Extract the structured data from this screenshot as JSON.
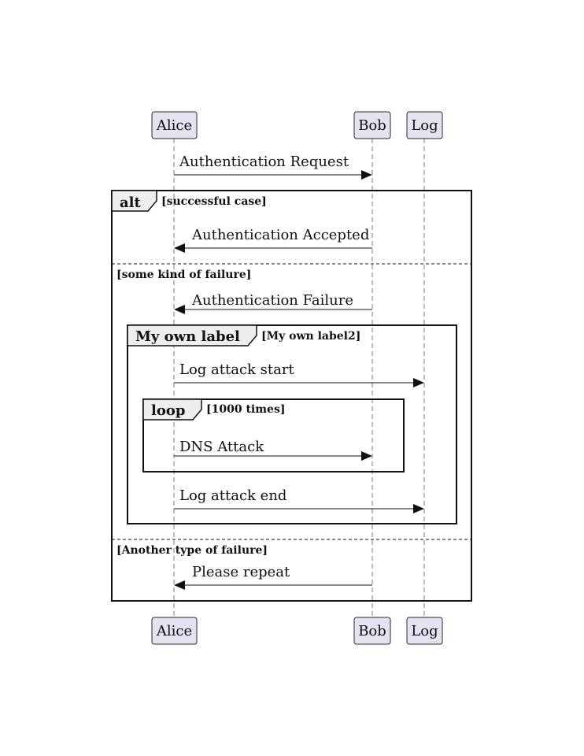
{
  "participants": [
    {
      "id": "alice",
      "label": "Alice"
    },
    {
      "id": "bob",
      "label": "Bob"
    },
    {
      "id": "log",
      "label": "Log"
    }
  ],
  "messages": [
    {
      "id": "m1",
      "from": "alice",
      "to": "bob",
      "label": "Authentication Request"
    },
    {
      "id": "m2",
      "from": "bob",
      "to": "alice",
      "label": "Authentication Accepted"
    },
    {
      "id": "m3",
      "from": "bob",
      "to": "alice",
      "label": "Authentication Failure"
    },
    {
      "id": "m4",
      "from": "alice",
      "to": "log",
      "label": "Log attack start"
    },
    {
      "id": "m5",
      "from": "alice",
      "to": "bob",
      "label": "DNS Attack"
    },
    {
      "id": "m6",
      "from": "alice",
      "to": "log",
      "label": "Log attack end"
    },
    {
      "id": "m7",
      "from": "bob",
      "to": "alice",
      "label": "Please repeat"
    }
  ],
  "frames": {
    "alt": {
      "keyword": "alt",
      "guard": "[successful case]",
      "else_guards": [
        "[some kind of failure]",
        "[Another type of failure]"
      ]
    },
    "group": {
      "keyword": "My own label",
      "guard": "[My own label2]"
    },
    "loop": {
      "keyword": "loop",
      "guard": "[1000 times]"
    }
  }
}
